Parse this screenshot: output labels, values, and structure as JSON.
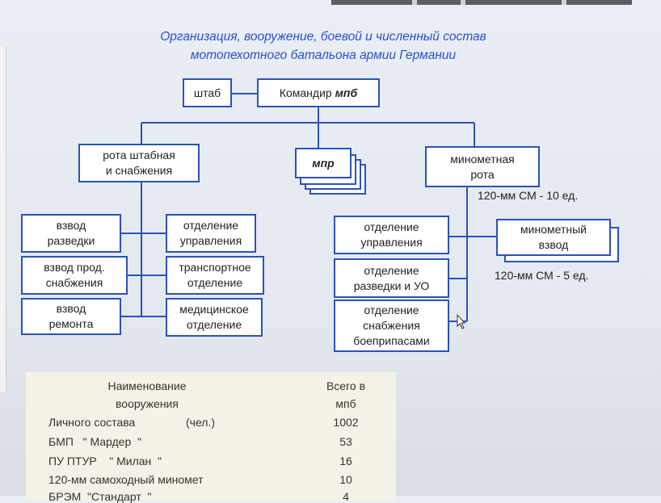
{
  "title_line1": "Организация, вооружение, боевой и численный состав",
  "title_line2": "мотопехотного батальона армии Германии",
  "nodes": {
    "shtab": "штаб",
    "commander_prefix": "Командир ",
    "commander_abbr": "мпб",
    "rota_shtab": "рота штабная\nи снабжения",
    "mpr": "мпр",
    "minomet_rota": "минометная\nрота",
    "vzvod_razvedki": "взвод\nразведки",
    "vzvod_prod": "взвод прод.\nснабжения",
    "vzvod_remonta": "взвод\nремонта",
    "otd_upr_left": "отделение\nуправления",
    "transport": "транспортное\nотделение",
    "medic": "медицинское\nотделение",
    "otd_upr_right": "отделение\nуправления",
    "otd_razv_uo": "отделение\nразведки и УО",
    "otd_snab": "отделение\nснабжения\nбоеприпасами",
    "minomet_vzvod": "минометный\nвзвод"
  },
  "notes": {
    "rota_weapons": "120-мм СМ - 10 ед.",
    "vzvod_weapons": "120-мм СМ - 5 ед."
  },
  "table": {
    "header_name": "Наименование\nвооружения",
    "header_total": "Всего в\nмпб",
    "rows": [
      {
        "name": "Личного состава",
        "unit": "(чел.)",
        "value": "1002"
      },
      {
        "name": "БМП   \" Мардер  \"",
        "unit": "",
        "value": "53"
      },
      {
        "name": "ПУ ПТУР    \" Милан  \"",
        "unit": "",
        "value": "16"
      },
      {
        "name": "120-мм самоходный миномет",
        "unit": "",
        "value": "10"
      },
      {
        "name": "БРЭМ  \"Стандарт  \"",
        "unit": "",
        "value": "4"
      }
    ]
  }
}
